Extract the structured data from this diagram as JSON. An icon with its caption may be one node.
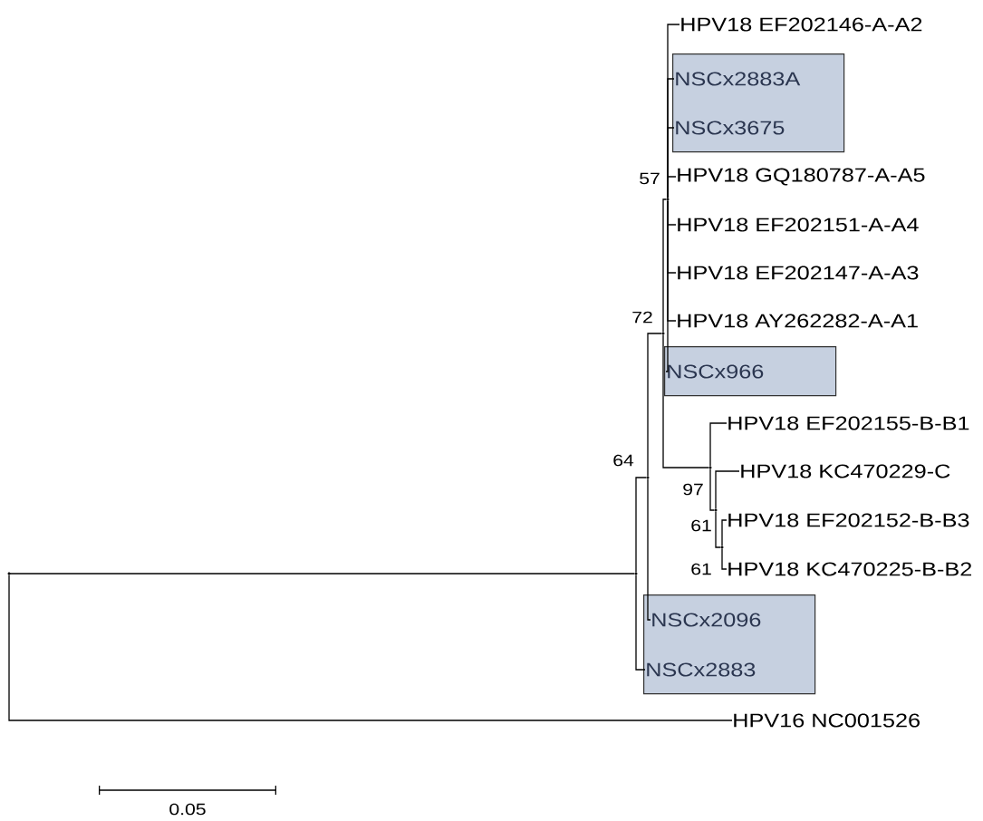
{
  "diagram": {
    "nodes": [
      {
        "text": [
          "HPV18 EF202146-A-A2"
        ]
      },
      {
        "text": [],
        "shape": "box"
      },
      {
        "text": [
          "NSCx2883A"
        ],
        "in": 1
      },
      {
        "text": [
          "NSCx3675"
        ],
        "in": 1
      },
      {
        "text": [
          "HPV18 GQ180787-A-A5"
        ]
      },
      {
        "text": [
          "HPV18 EF202151-A-A4"
        ]
      },
      {
        "text": [
          "HPV18 EF202147-A-A3"
        ]
      },
      {
        "text": [
          "HPV18 AY262282-A-A1"
        ]
      },
      {
        "text": [],
        "shape": "box"
      },
      {
        "text": [
          "NSCx966"
        ],
        "in": 8
      },
      {
        "text": [
          "HPV18 EF202155-B-B1"
        ]
      },
      {
        "text": [
          "HPV18 KC470229-C"
        ]
      },
      {
        "text": [
          "HPV18 EF202152-B-B3"
        ]
      },
      {
        "text": [
          "HPV18 KC470225-B-B2"
        ]
      },
      {
        "text": [],
        "shape": "box"
      },
      {
        "text": [
          "NSCx2096"
        ],
        "in": 14
      },
      {
        "text": [
          "NSCx2883"
        ],
        "in": 14
      },
      {
        "text": [
          "HPV16 NC001526"
        ]
      },
      {
        "text": [],
        "shape": "point"
      },
      {
        "text": [],
        "shape": "point"
      },
      {
        "text": [],
        "shape": "point",
        "beside": [
          "64"
        ]
      },
      {
        "text": [],
        "shape": "point",
        "beside": [
          "72"
        ]
      },
      {
        "text": [],
        "shape": "point",
        "beside": [
          "57"
        ]
      },
      {
        "text": [],
        "shape": "point",
        "beside": [
          "97"
        ]
      },
      {
        "text": [],
        "shape": "point",
        "beside": [
          "61"
        ]
      },
      {
        "text": [],
        "shape": "point",
        "beside": [
          "61"
        ]
      }
    ],
    "edges": [
      {
        "from": 18,
        "to": 19,
        "arrow": "none"
      },
      {
        "from": 18,
        "to": 17,
        "arrow": "none"
      },
      {
        "from": 19,
        "to": 20,
        "arrow": "none"
      },
      {
        "from": 19,
        "to": 16,
        "arrow": "none"
      },
      {
        "from": 20,
        "to": 21,
        "arrow": "none"
      },
      {
        "from": 20,
        "to": 15,
        "arrow": "none"
      },
      {
        "from": 21,
        "to": 22,
        "arrow": "none"
      },
      {
        "from": 21,
        "to": 23,
        "arrow": "none"
      },
      {
        "from": 22,
        "to": 0,
        "arrow": "none"
      },
      {
        "from": 22,
        "to": 2,
        "arrow": "none"
      },
      {
        "from": 22,
        "to": 3,
        "arrow": "none"
      },
      {
        "from": 22,
        "to": 4,
        "arrow": "none"
      },
      {
        "from": 22,
        "to": 5,
        "arrow": "none"
      },
      {
        "from": 22,
        "to": 6,
        "arrow": "none"
      },
      {
        "from": 22,
        "to": 7,
        "arrow": "none"
      },
      {
        "from": 22,
        "to": 9,
        "arrow": "none"
      },
      {
        "from": 23,
        "to": 10,
        "arrow": "none"
      },
      {
        "from": 23,
        "to": 24,
        "arrow": "none"
      },
      {
        "from": 24,
        "to": 11,
        "arrow": "none"
      },
      {
        "from": 24,
        "to": 25,
        "arrow": "none"
      },
      {
        "from": 25,
        "to": 12,
        "arrow": "none"
      },
      {
        "from": 25,
        "to": 13,
        "arrow": "none"
      }
    ],
    "labels": [
      "0.05"
    ]
  }
}
